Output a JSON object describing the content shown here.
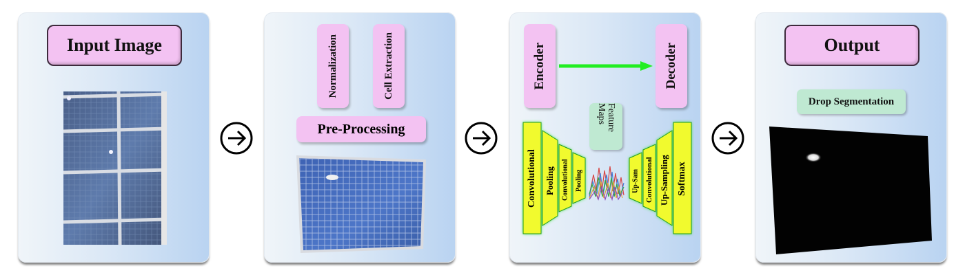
{
  "stages": {
    "input": {
      "title": "Input Image"
    },
    "preprocessing": {
      "steps": [
        "Normalization",
        "Cell Extraction"
      ],
      "title": "Pre-Processing"
    },
    "network": {
      "encoder": "Encoder",
      "decoder": "Decoder",
      "feature_maps": "Feature Maps",
      "encoder_layers": [
        "Convolutional",
        "Pooling",
        "Convolutional",
        "Pooling"
      ],
      "decoder_layers": [
        "Up-Sam",
        "Convolutional",
        "Up-Sampling",
        "Softmax"
      ]
    },
    "output": {
      "title": "Output",
      "label": "Drop Segmentation"
    }
  },
  "colors": {
    "pill": "#f3c2f2",
    "stage_bg": "#c8dcf3",
    "layer_fill": "#f1fa2e",
    "layer_glow": "#3ee03e",
    "encoder_arrow": "#22ee22",
    "label_bg": "#bfe9d2"
  },
  "icons": [
    "circled-right-arrow-icon",
    "right-arrow-icon"
  ]
}
